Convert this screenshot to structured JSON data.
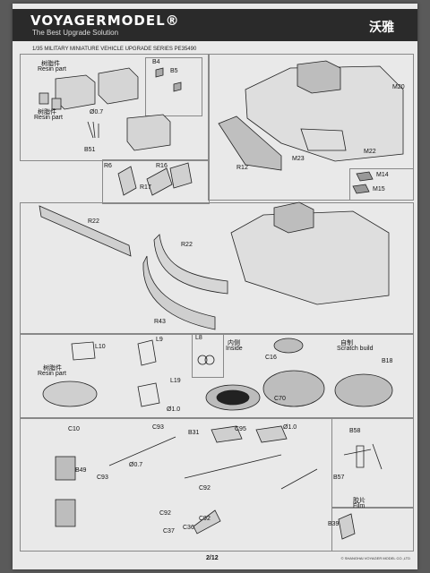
{
  "header": {
    "brand": "VOYAGERMODEL®",
    "tagline": "The Best Upgrade Solution",
    "brand_cn": "沃雅"
  },
  "series_title": "1/35 MILITARY MINIATURE VEHICLE UPGRADE SERIES PE35490",
  "labels": {
    "resin_part_cn": "树脂件",
    "resin_part": "Resin part",
    "resin_part2_cn": "树脂件",
    "resin_part2": "Resin part",
    "b4": "B4",
    "b5": "B5",
    "phi07_a": "Ø0.7",
    "b51": "B51",
    "m20": "M20",
    "m22": "M22",
    "m23": "M23",
    "r12": "R12",
    "m14": "M14",
    "m15": "M15",
    "r6": "R6",
    "r16": "R16",
    "r17": "R17",
    "r22_a": "R22",
    "r22_b": "R22",
    "r43": "R43",
    "l10": "L10",
    "l9": "L9",
    "l8": "L8",
    "l19": "L19",
    "phi10_a": "Ø1.0",
    "inside_cn": "内侧",
    "inside": "Inside",
    "c16": "C16",
    "c70": "C70",
    "scratch_cn": "自制",
    "scratch": "Scratch build",
    "b18": "B18",
    "resin_part3_cn": "树脂件",
    "resin_part3": "Resin part",
    "c10": "C10",
    "b49": "B49",
    "c93_a": "C93",
    "c93_b": "C93",
    "phi07_b": "Ø0.7",
    "b31": "B31",
    "c95": "C95",
    "phi10_b": "Ø1.0",
    "c92_a": "C92",
    "c92_b": "C92",
    "c92_c": "C92",
    "c37": "C37",
    "c36": "C36",
    "b58": "B58",
    "b57": "B57",
    "b39": "B39",
    "film_cn": "胶片",
    "film": "Film"
  },
  "page_number": "2/12",
  "copyright": "© SHANGHAI VOYAGER MODEL CO.,LTD"
}
